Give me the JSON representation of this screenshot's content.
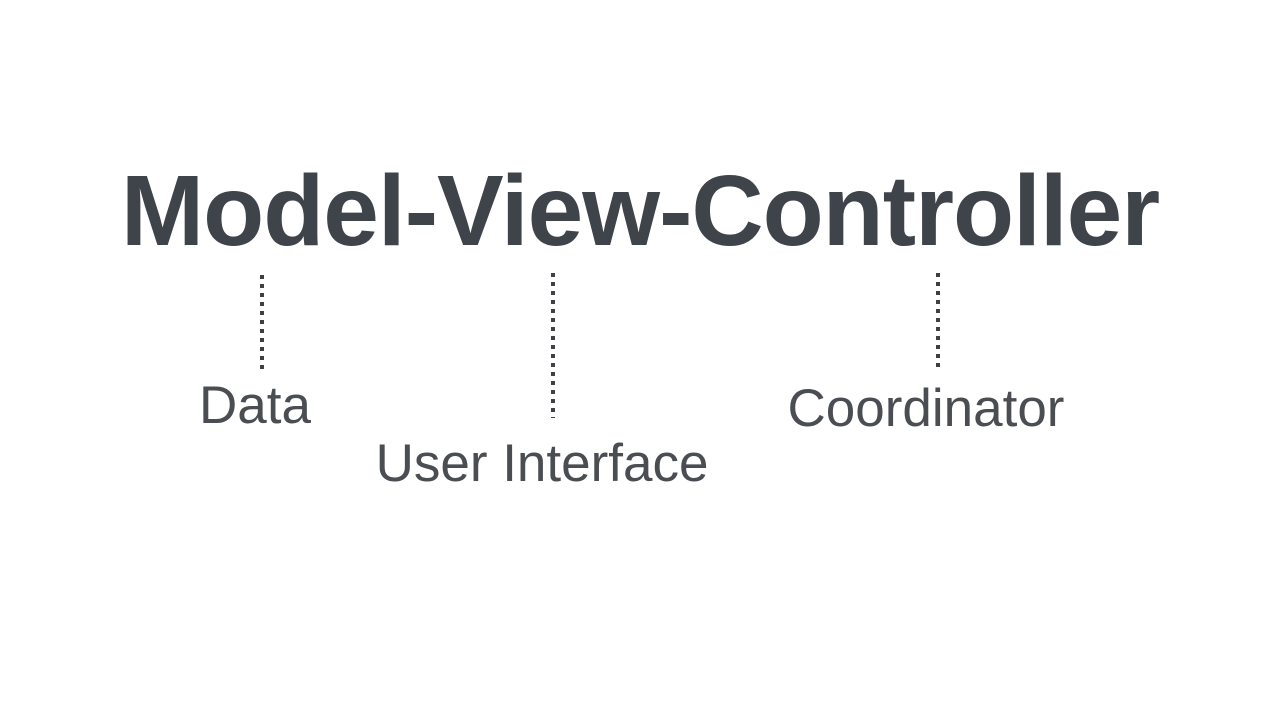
{
  "diagram": {
    "title": "Model-View-Controller",
    "items": [
      {
        "key": "model",
        "label": "Data"
      },
      {
        "key": "view",
        "label": "User Interface"
      },
      {
        "key": "controller",
        "label": "Coordinator"
      }
    ],
    "colors": {
      "background": "#ffffff",
      "title_text": "#3f434a",
      "label_text": "#4a4d52",
      "connector_dot": "#3d4045"
    }
  }
}
